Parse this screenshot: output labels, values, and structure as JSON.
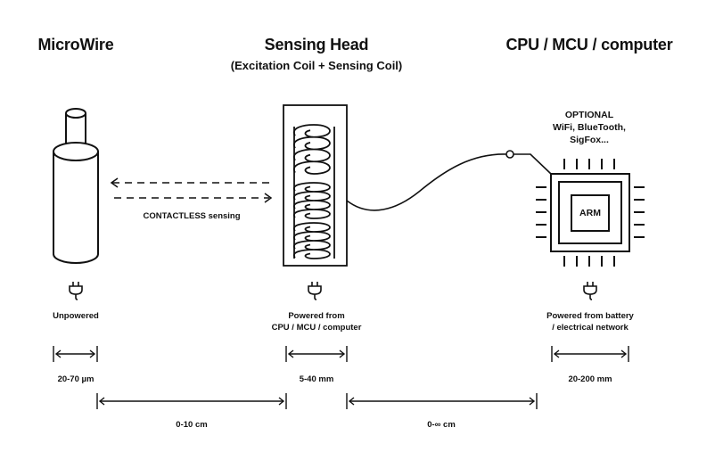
{
  "columns": {
    "microwire": {
      "title": "MicroWire",
      "power": "Unpowered",
      "size": "20-70 µm"
    },
    "sensing_head": {
      "title": "Sensing Head",
      "subtitle": "(Excitation Coil + Sensing Coil)",
      "power_line1": "Powered from",
      "power_line2": "CPU / MCU / computer",
      "size": "5-40 mm"
    },
    "cpu": {
      "title": "CPU / MCU / computer",
      "optional_line1": "OPTIONAL",
      "optional_line2": "WiFi, BlueTooth,",
      "optional_line3": "SigFox...",
      "chip_label": "ARM",
      "power_line1": "Powered from battery",
      "power_line2": "/ electrical network",
      "size": "20-200 mm"
    }
  },
  "links": {
    "contactless": "CONTACTLESS sensing",
    "distance_wire_head": "0-10 cm",
    "distance_head_cpu": "0-∞ cm"
  },
  "icons": {
    "power": "plug-icon"
  },
  "colors": {
    "stroke": "#111111",
    "background": "#ffffff"
  }
}
